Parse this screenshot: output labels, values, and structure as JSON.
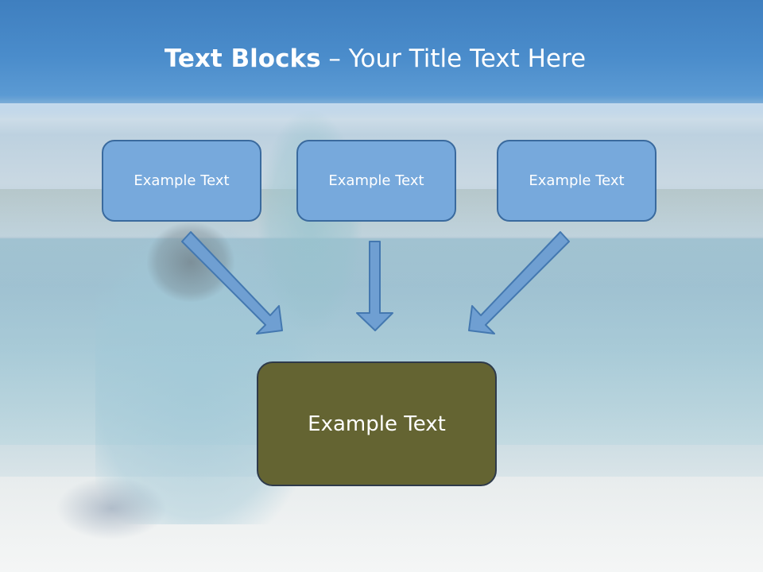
{
  "slide": {
    "title_bold": "Text Blocks",
    "title_dash": "–",
    "title_rest": "Your Title Text Here",
    "top_boxes": [
      {
        "label": "Example Text"
      },
      {
        "label": "Example Text"
      },
      {
        "label": "Example Text"
      }
    ],
    "bottom_box": {
      "label": "Example Text"
    }
  },
  "colors": {
    "top_box_fill": "#77a9dc",
    "top_box_border": "#3a6a9e",
    "bottom_box_fill": "#646432",
    "arrow_fill": "#6f9fd2",
    "title_text": "#ffffff"
  },
  "icons": [
    "arrow-down-right-icon",
    "arrow-down-icon",
    "arrow-down-left-icon"
  ]
}
